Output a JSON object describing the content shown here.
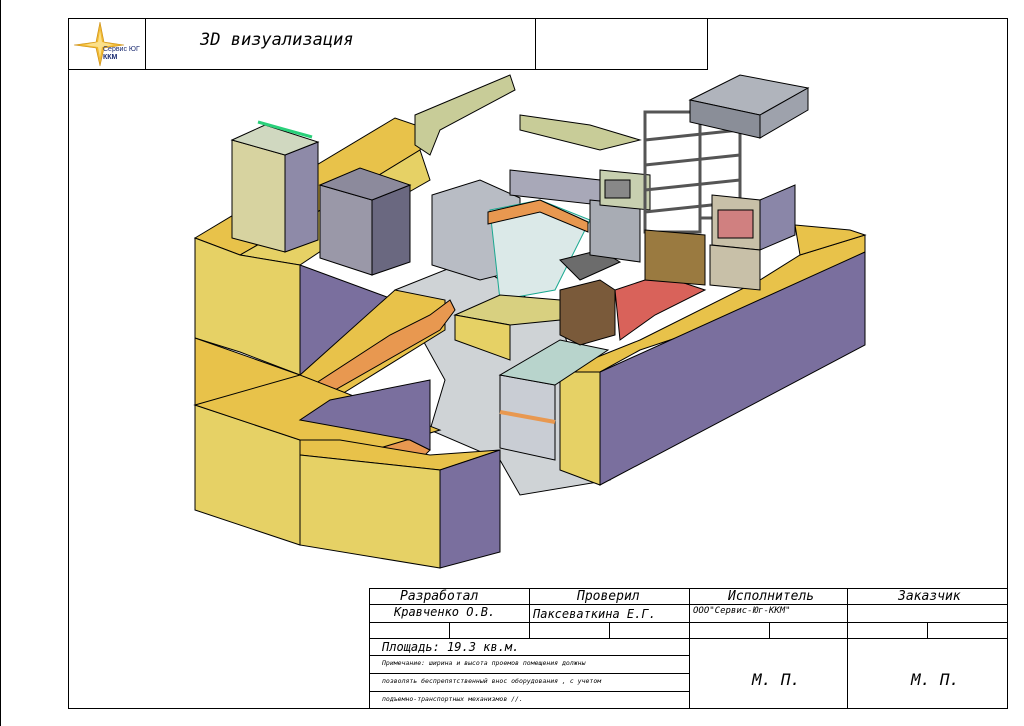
{
  "header": {
    "title": "3D визуализация",
    "logo_line1": "Сервис ЮГ",
    "logo_line2": "ККМ"
  },
  "stamp": {
    "developed_label": "Разработал",
    "checked_label": "Проверил",
    "executor_label": "Исполнитель",
    "customer_label": "Заказчик",
    "developer_name": "Кравченко О.В.",
    "checker_name": "Паксеваткина Е.Г.",
    "executor_name": "ООО\"Сервис-Юг-ККМ\"",
    "area": "Площадь: 19.3 кв.м.",
    "note_line1": "Примечание: ширина и высота проемов помещения должны",
    "note_line2": "позволять беспрепятственный внос оборудования , с учетом",
    "note_line3": "подъемно-транспортных механизмов //.",
    "seal_executor": "М. П.",
    "seal_customer": "М. П."
  },
  "colors": {
    "counter_top": "#e8c24a",
    "counter_side": "#7a6f9e",
    "counter_front": "#e6d165",
    "orange_top": "#e89850",
    "red_surface": "#d9625a",
    "floor": "#cfd3d6"
  }
}
